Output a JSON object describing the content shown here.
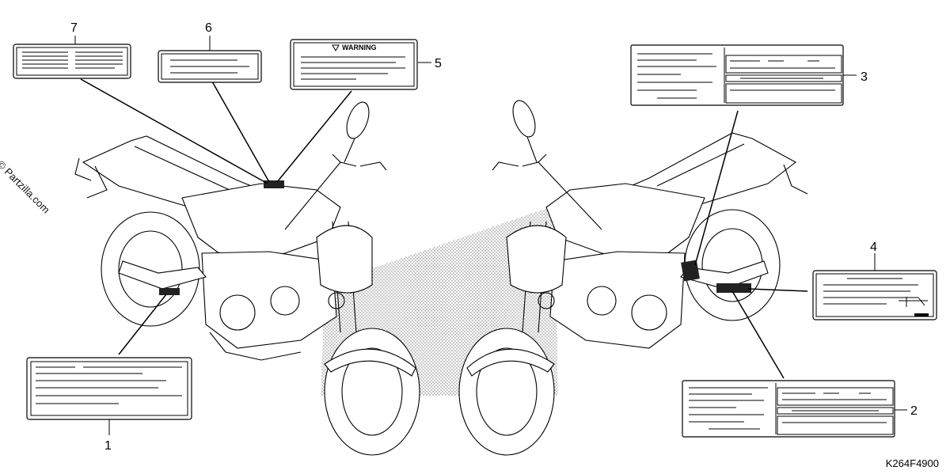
{
  "watermark": "© Partzilla.com",
  "figure_code": "K264F4900",
  "warning_text": "WARNING",
  "callouts": [
    {
      "number": "1"
    },
    {
      "number": "2"
    },
    {
      "number": "3"
    },
    {
      "number": "4"
    },
    {
      "number": "5"
    },
    {
      "number": "6"
    },
    {
      "number": "7"
    }
  ]
}
